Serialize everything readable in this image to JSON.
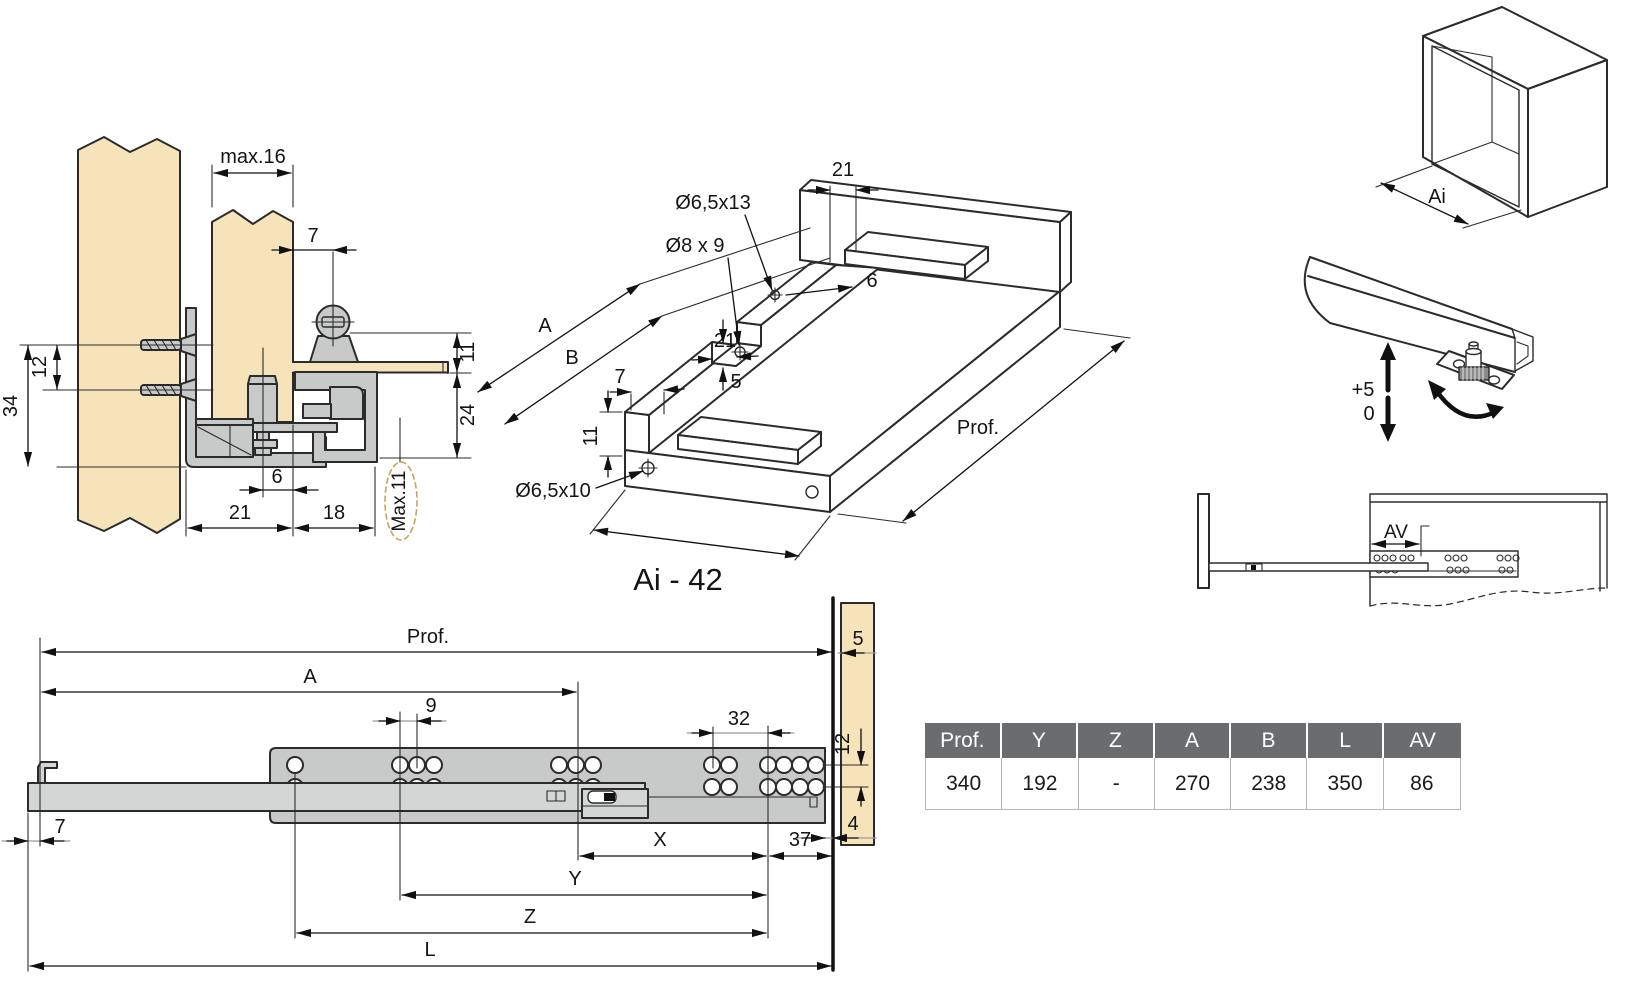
{
  "figures": {
    "cross_section": {
      "dims": {
        "max16": "max.16",
        "w7": "7",
        "v12": "12",
        "v34": "34",
        "r11": "11",
        "r24": "24",
        "b6": "6",
        "b21": "21",
        "b18": "18",
        "max11": "Max.11"
      }
    },
    "drawer_iso": {
      "dims": {
        "t21": "21",
        "hole_a": "Ø6,5x13",
        "hole_b": "Ø8 x 9",
        "g6": "6",
        "A": "A",
        "B": "B",
        "m21": "21",
        "m7": "7",
        "m5": "5",
        "m11": "11",
        "prof": "Prof.",
        "hole_c": "Ø6,5x10",
        "width": "Ai - 42"
      }
    },
    "cabinet_iso": {
      "dims": {
        "ai": "Ai"
      }
    },
    "bracket_adjust": {
      "dims": {
        "plus": "+5",
        "zero": "0"
      }
    },
    "mounted_view": {
      "dims": {
        "av": "AV"
      }
    },
    "slide_side": {
      "dims": {
        "prof": "Prof.",
        "A": "A",
        "n9": "9",
        "n32": "32",
        "n5": "5",
        "n12": "12",
        "n7": "7",
        "n4": "4",
        "X": "X",
        "n37": "37",
        "Y": "Y",
        "Z": "Z",
        "L": "L"
      }
    }
  },
  "table": {
    "headers": [
      "Prof.",
      "Y",
      "Z",
      "A",
      "B",
      "L",
      "AV"
    ],
    "values": [
      "340",
      "192",
      "-",
      "270",
      "238",
      "350",
      "86"
    ],
    "header_bg": "#6b6c6e",
    "header_text_color": "#ffffff"
  },
  "colors": {
    "wood": "#f6e3ba",
    "metal": "#c8c9c9",
    "line": "#2b2b2b",
    "dashed_accent": "#c9a552"
  }
}
